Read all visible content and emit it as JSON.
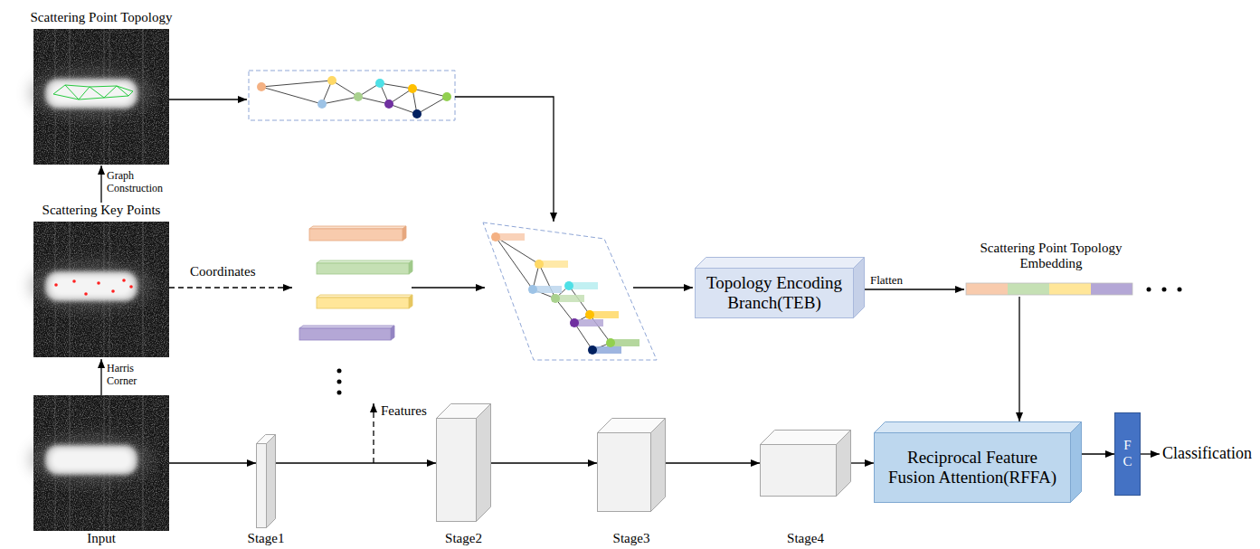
{
  "diagram": {
    "nodes": [
      {
        "text": [
          "Scattering Point Topology"
        ]
      },
      {
        "text": [
          "Scattering Key Points"
        ]
      },
      {
        "text": [
          "Input"
        ]
      },
      {
        "text": [
          "Topology Encoding Branch(TEB)"
        ]
      },
      {
        "text": [
          "Scattering Point Topology Embedding"
        ]
      },
      {
        "text": [
          "Stage1"
        ]
      },
      {
        "text": [
          "Stage2"
        ]
      },
      {
        "text": [
          "Stage3"
        ]
      },
      {
        "text": [
          "Stage4"
        ]
      },
      {
        "text": [
          "Reciprocal Feature Fusion Attention(RFFA)"
        ]
      },
      {
        "text": [
          "F C"
        ]
      }
    ],
    "edges": [
      {
        "from": 2,
        "to": 1,
        "arrow": "to",
        "label": "Harris Corner"
      },
      {
        "from": 1,
        "to": 0,
        "arrow": "to",
        "label": "Graph Construction"
      },
      {
        "from": 3,
        "to": 4,
        "arrow": "to",
        "label": "Flatten"
      },
      {
        "from": 4,
        "to": 9,
        "arrow": "to"
      },
      {
        "from": 2,
        "to": 5,
        "arrow": "to"
      },
      {
        "from": 5,
        "to": 6,
        "arrow": "to"
      },
      {
        "from": 6,
        "to": 7,
        "arrow": "to"
      },
      {
        "from": 7,
        "to": 8,
        "arrow": "to"
      },
      {
        "from": 8,
        "to": 9,
        "arrow": "to"
      },
      {
        "from": 9,
        "to": 10,
        "arrow": "to"
      }
    ],
    "labels": [
      "Coordinates",
      "Features",
      "Classification"
    ]
  }
}
